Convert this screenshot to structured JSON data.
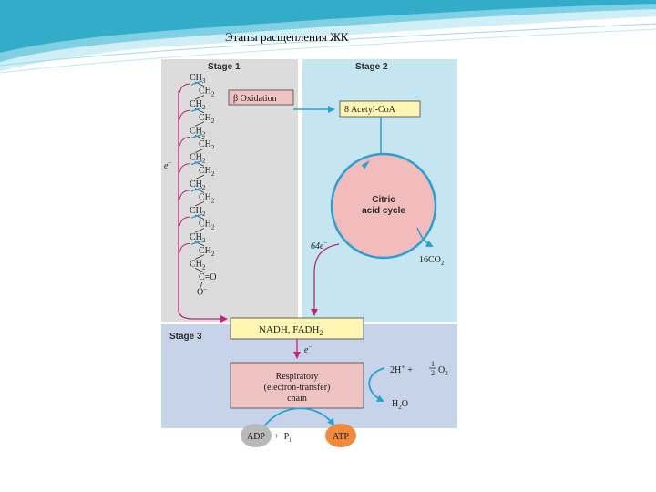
{
  "slide_title": "Этапы расщепления ЖК",
  "stages": {
    "stage1": "Stage 1",
    "stage2": "Stage 2",
    "stage3": "Stage 3"
  },
  "chain": {
    "ch3": "CH",
    "ch3_sub": "3",
    "ch2": "CH",
    "ch2_sub": "2",
    "ch2_count": 14,
    "carbonyl_c": "C",
    "carbonyl_o": "=O",
    "carboxyl_o": "O",
    "carboxyl_charge": "−"
  },
  "boxes": {
    "beta_oxidation": "β Oxidation",
    "acetyl_coa": "8 Acetyl-CoA",
    "nadh": "NADH, FADH",
    "nadh_sub": "2",
    "respiratory_line1": "Respiratory",
    "respiratory_line2": "(electron-transfer)",
    "respiratory_line3": "chain"
  },
  "cycle": {
    "line1": "Citric",
    "line2": "acid cycle"
  },
  "labels": {
    "e_stage1": "e",
    "e_stage1_sup": "−",
    "e64": "64e",
    "e64_sup": "−",
    "co2": "16CO",
    "co2_sub": "2",
    "e_stage3": "e",
    "e_stage3_sup": "−",
    "two_h": "2H",
    "two_h_sup": "+",
    "plus": "+",
    "half_num": "1",
    "half_den": "2",
    "o2": "O",
    "o2_sub": "2",
    "h2o": "H",
    "h2o_sub": "2",
    "h2o_o": "O",
    "adp": "ADP",
    "plus_pi": "+",
    "pi": "P",
    "pi_sub": "i",
    "atp": "ATP"
  },
  "colors": {
    "stage1_bg": "#dcdcdc",
    "stage2_bg": "#c5e6f1",
    "stage3_bg": "#c6d3e8",
    "pink_box": "#f0c3c3",
    "yellow_box": "#fff6b3",
    "cycle_fill": "#f2bcbc",
    "cycle_stroke": "#2a9fd6",
    "arrow_blue": "#2a9fd6",
    "arrow_magenta": "#c0267c",
    "adp_grey": "#b9b9b9",
    "atp_orange": "#f08a3c",
    "wave_teal": "#2aa7c4"
  }
}
